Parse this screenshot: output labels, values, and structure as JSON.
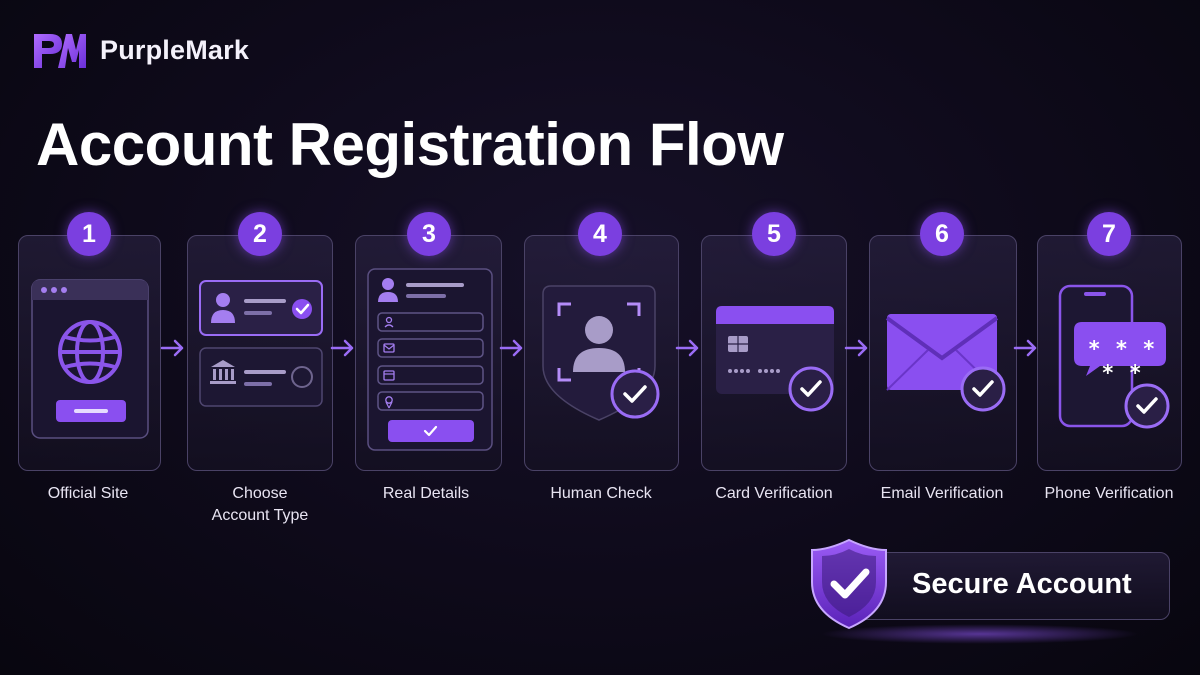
{
  "brand": {
    "logo_text": "PM",
    "name": "PurpleMark"
  },
  "title": "Account Registration Flow",
  "steps": [
    {
      "number": "1",
      "label": "Official Site",
      "icon": "globe-icon"
    },
    {
      "number": "2",
      "label_line1": "Choose",
      "label_line2": "Account Type",
      "icon": "account-type-icon"
    },
    {
      "number": "3",
      "label": "Real Details",
      "icon": "form-icon"
    },
    {
      "number": "4",
      "label": "Human Check",
      "icon": "face-scan-icon"
    },
    {
      "number": "5",
      "label": "Card Verification",
      "icon": "credit-card-icon"
    },
    {
      "number": "6",
      "label": "Email Verification",
      "icon": "envelope-icon"
    },
    {
      "number": "7",
      "label": "Phone Verification",
      "icon": "phone-icon"
    }
  ],
  "phone_code": "* * * * *",
  "secure": {
    "label": "Secure Account",
    "icon": "shield-check-icon"
  },
  "colors": {
    "accent": "#7b3fe0",
    "accent_light": "#9b6cf0",
    "background": "#0e0a1a",
    "card_border": "#4a4266"
  }
}
